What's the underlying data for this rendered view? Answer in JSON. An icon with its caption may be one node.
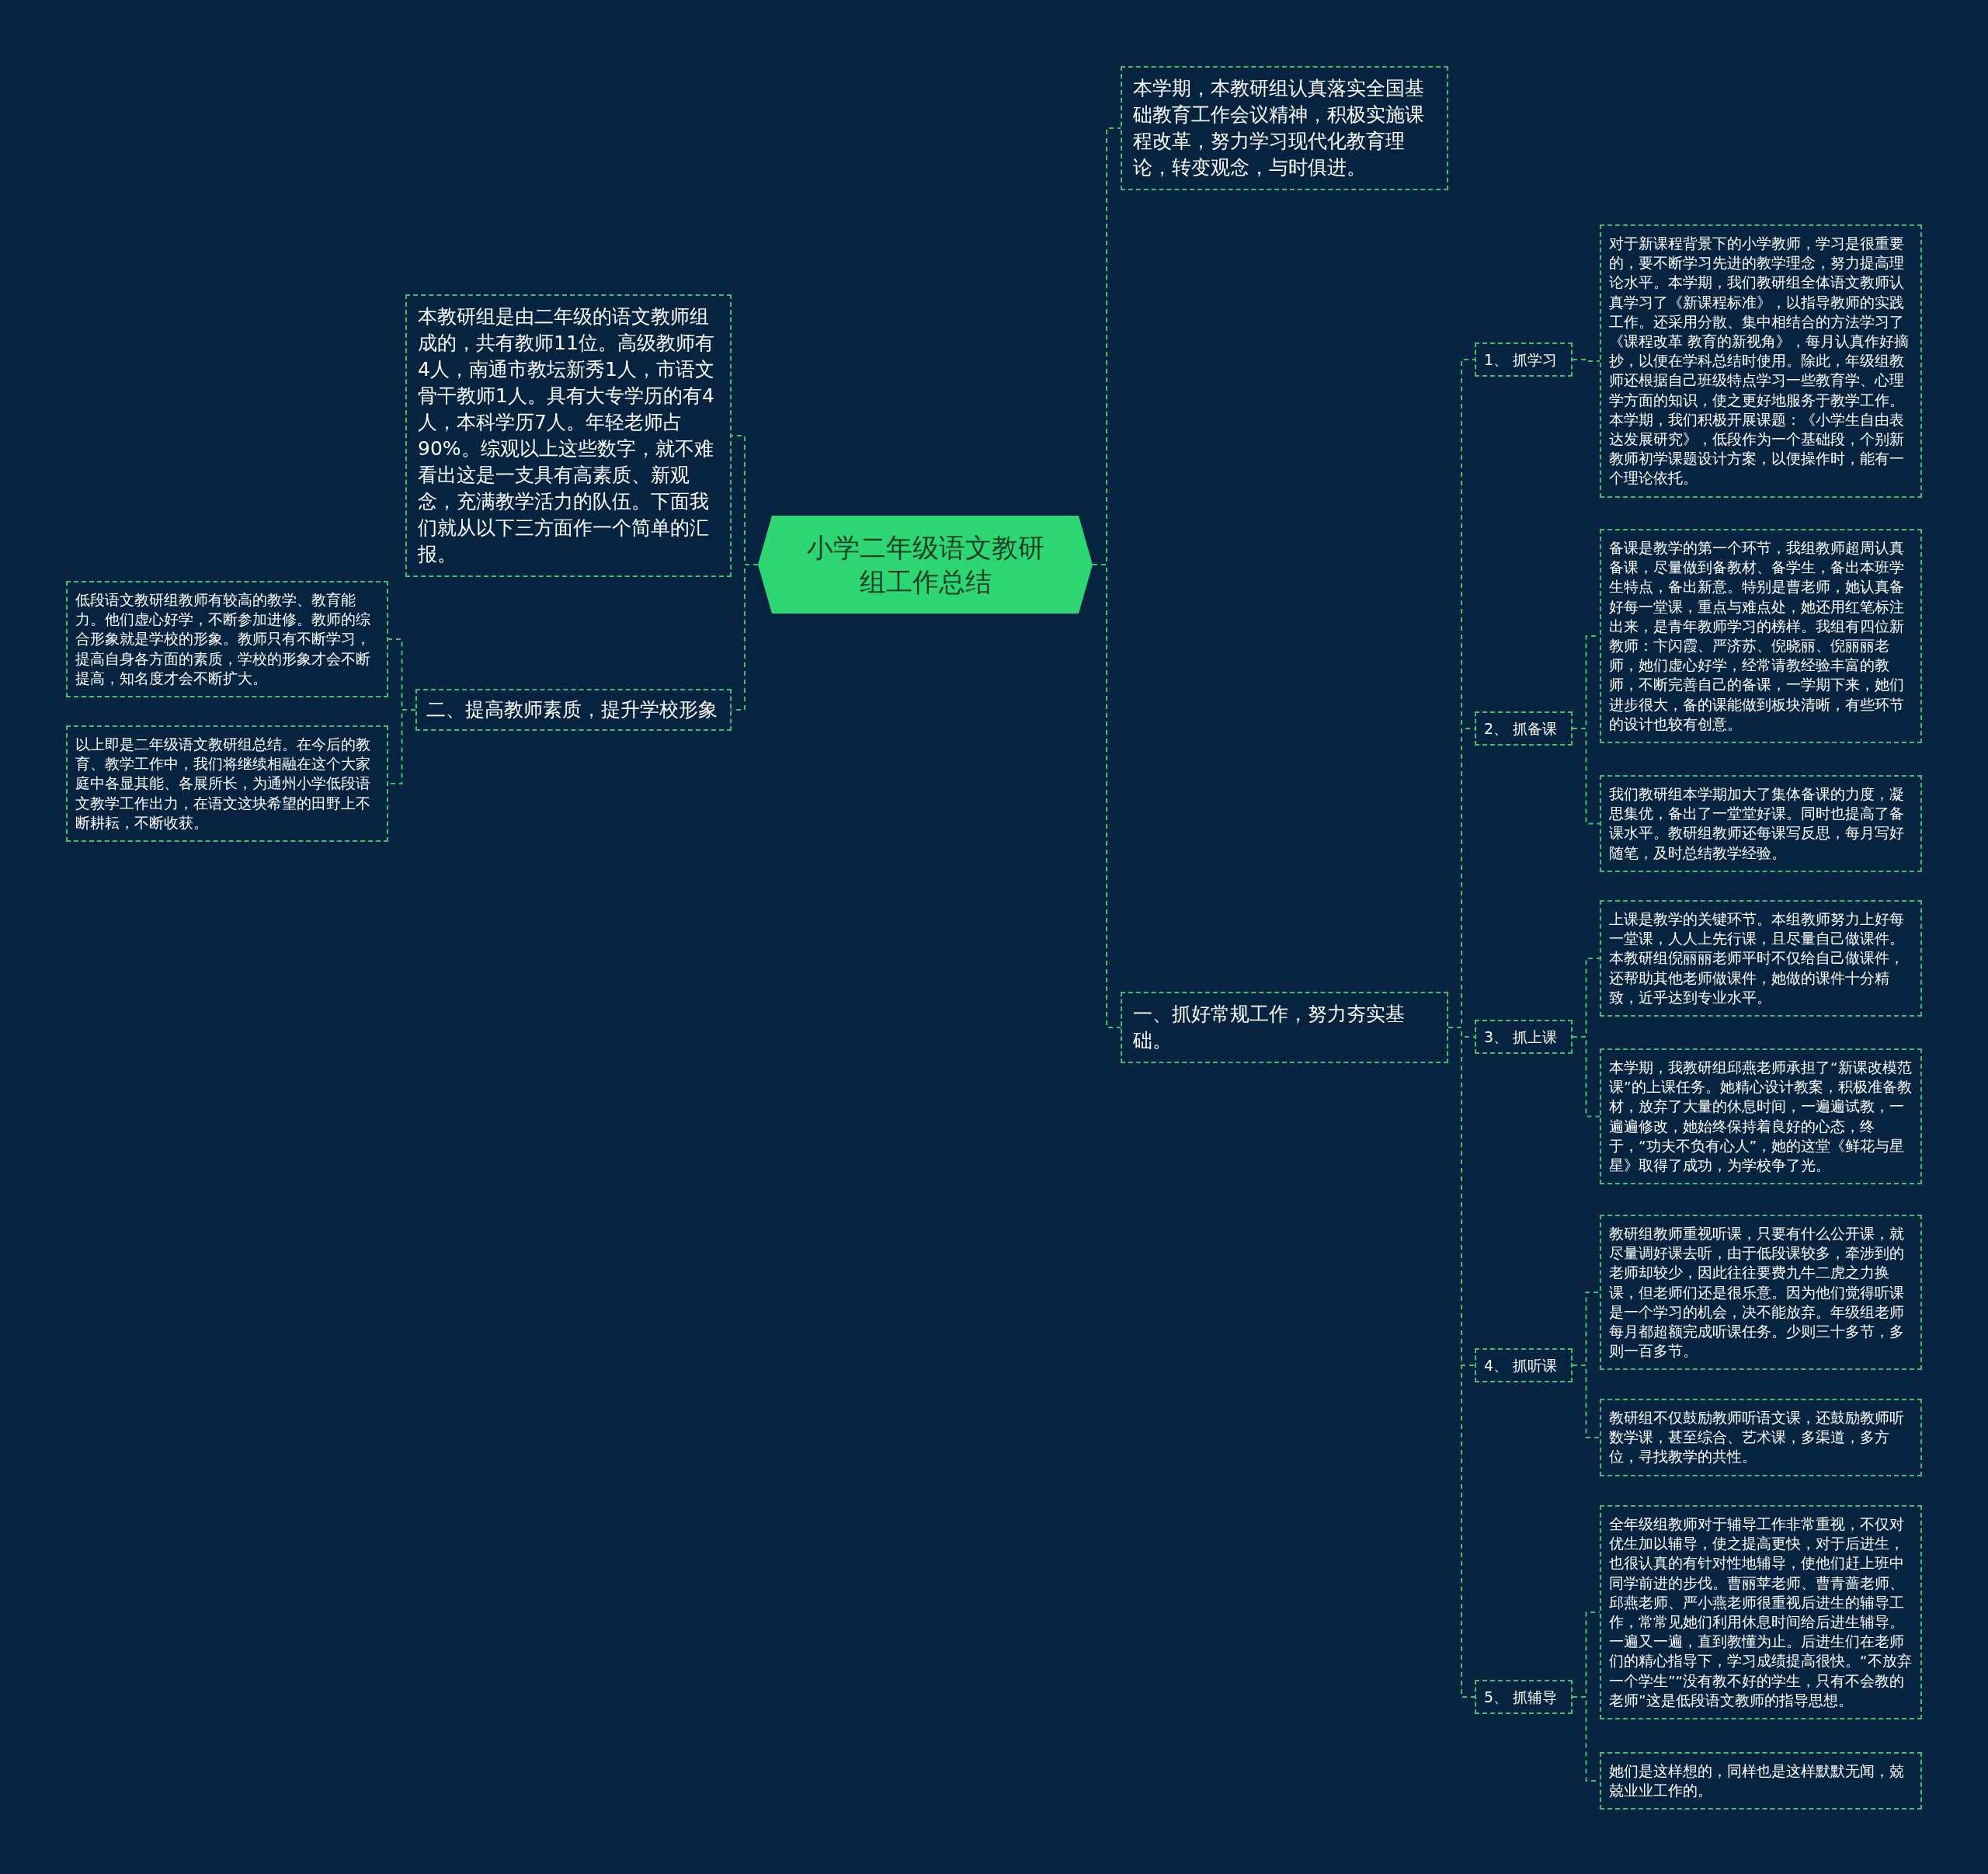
{
  "diagram": {
    "nodes": [
      {
        "text": [
          "小学二年级语文教研组工作总结"
        ]
      },
      {
        "text": [
          "本学期，本教研组认真落实全国基础教育工作会议精神，积极实施课程改革，努力学习现代化教育理论，转变观念，与时俱进。"
        ]
      },
      {
        "text": [
          "一、抓好常规工作，努力夯实基础。"
        ]
      },
      {
        "text": [
          "1、 抓学习"
        ]
      },
      {
        "text": [
          "对于新课程背景下的小学教师，学习是很重要的，要不断学习先进的教学理念，努力提高理论水平。本学期，我们教研组全体语文教师认真学习了《新课程标准》，以指导教师的实践工作。还采用分散、集中相结合的方法学习了《课程改革 教育的新视角》，每月认真作好摘抄，以便在学科总结时使用。除此，年级组教师还根据自己班级特点学习一些教育学、心理学方面的知识，使之更好地服务于教学工作。本学期，我们积极开展课题：《小学生自由表达发展研究》，低段作为一个基础段，个别新教师初学课题设计方案，以便操作时，能有一个理论依托。"
        ]
      },
      {
        "text": [
          "2、 抓备课"
        ]
      },
      {
        "text": [
          "备课是教学的第一个环节，我组教师超周认真备课，尽量做到备教材、备学生，备出本班学生特点，备出新意。特别是曹老师，她认真备好每一堂课，重点与难点处，她还用红笔标注出来，是青年教师学习的榜样。我组有四位新教师：卞闪霞、严济苏、倪晓丽、倪丽丽老师，她们虚心好学，经常请教经验丰富的教师，不断完善自己的备课，一学期下来，她们进步很大，备的课能做到板块清晰，有些环节的设计也较有创意。"
        ]
      },
      {
        "text": [
          "我们教研组本学期加大了集体备课的力度，凝思集优，备出了一堂堂好课。同时也提高了备课水平。教研组教师还每课写反思，每月写好随笔，及时总结教学经验。"
        ]
      },
      {
        "text": [
          "3、 抓上课"
        ]
      },
      {
        "text": [
          "上课是教学的关键环节。本组教师努力上好每一堂课，人人上先行课，且尽量自己做课件。本教研组倪丽丽老师平时不仅给自己做课件，还帮助其他老师做课件，她做的课件十分精致，近乎达到专业水平。"
        ]
      },
      {
        "text": [
          "本学期，我教研组邱燕老师承担了“新课改模范课”的上课任务。她精心设计教案，积极准备教材，放弃了大量的休息时间，一遍遍试教，一遍遍修改，她始终保持着良好的心态，终于，“功夫不负有心人”，她的这堂《鲜花与星星》取得了成功，为学校争了光。"
        ]
      },
      {
        "text": [
          "4、 抓听课"
        ]
      },
      {
        "text": [
          "教研组教师重视听课，只要有什么公开课，就尽量调好课去听，由于低段课较多，牵涉到的老师却较少，因此往往要费九牛二虎之力换课，但老师们还是很乐意。因为他们觉得听课是一个学习的机会，决不能放弃。年级组老师每月都超额完成听课任务。少则三十多节，多则一百多节。"
        ]
      },
      {
        "text": [
          "教研组不仅鼓励教师听语文课，还鼓励教师听数学课，甚至综合、艺术课，多渠道，多方位，寻找教学的共性。"
        ]
      },
      {
        "text": [
          "5、 抓辅导"
        ]
      },
      {
        "text": [
          "全年级组教师对于辅导工作非常重视，不仅对优生加以辅导，使之提高更快，对于后进生，也很认真的有针对性地辅导，使他们赶上班中同学前进的步伐。曹丽苹老师、曹青蔷老师、邱燕老师、严小燕老师很重视后进生的辅导工作，常常见她们利用休息时间给后进生辅导。一遍又一遍，直到教懂为止。后进生们在老师们的精心指导下，学习成绩提高很快。“不放弃一个学生”“没有教不好的学生，只有不会教的老师”这是低段语文教师的指导思想。"
        ]
      },
      {
        "text": [
          "她们是这样想的，同样也是这样默默无闻，兢兢业业工作的。"
        ]
      },
      {
        "text": [
          "本教研组是由二年级的语文教师组成的，共有教师11位。高级教师有4人，南通市教坛新秀1人，市语文骨干教师1人。具有大专学历的有4人，本科学历7人。年轻老师占90%。综观以上这些数字，就不难看出这是一支具有高素质、新观念，充满教学活力的队伍。下面我们就从以下三方面作一个简单的汇报。"
        ]
      },
      {
        "text": [
          "二、提高教师素质，提升学校形象"
        ]
      },
      {
        "text": [
          "低段语文教研组教师有较高的教学、教育能力。他们虚心好学，不断参加进修。教师的综合形象就是学校的形象。教师只有不断学习，提高自身各方面的素质，学校的形象才会不断提高，知名度才会不断扩大。"
        ]
      },
      {
        "text": [
          "以上即是二年级语文教研组总结。在今后的教育、教学工作中，我们将继续相融在这个大家庭中各显其能、各展所长，为通州小学低段语文教学工作出力，在语文这块希望的田野上不断耕耘，不断收获。"
        ]
      }
    ],
    "edges": [
      {
        "from": 0,
        "to": 1,
        "arrow": "none"
      },
      {
        "from": 0,
        "to": 2,
        "arrow": "none"
      },
      {
        "from": 2,
        "to": 3,
        "arrow": "none"
      },
      {
        "from": 3,
        "to": 4,
        "arrow": "none"
      },
      {
        "from": 2,
        "to": 5,
        "arrow": "none"
      },
      {
        "from": 5,
        "to": 6,
        "arrow": "none"
      },
      {
        "from": 5,
        "to": 7,
        "arrow": "none"
      },
      {
        "from": 2,
        "to": 8,
        "arrow": "none"
      },
      {
        "from": 8,
        "to": 9,
        "arrow": "none"
      },
      {
        "from": 8,
        "to": 10,
        "arrow": "none"
      },
      {
        "from": 2,
        "to": 11,
        "arrow": "none"
      },
      {
        "from": 11,
        "to": 12,
        "arrow": "none"
      },
      {
        "from": 11,
        "to": 13,
        "arrow": "none"
      },
      {
        "from": 2,
        "to": 14,
        "arrow": "none"
      },
      {
        "from": 14,
        "to": 15,
        "arrow": "none"
      },
      {
        "from": 14,
        "to": 16,
        "arrow": "none"
      },
      {
        "from": 0,
        "to": 17,
        "arrow": "none"
      },
      {
        "from": 0,
        "to": 18,
        "arrow": "none"
      },
      {
        "from": 18,
        "to": 19,
        "arrow": "none"
      },
      {
        "from": 18,
        "to": 20,
        "arrow": "none"
      }
    ]
  }
}
